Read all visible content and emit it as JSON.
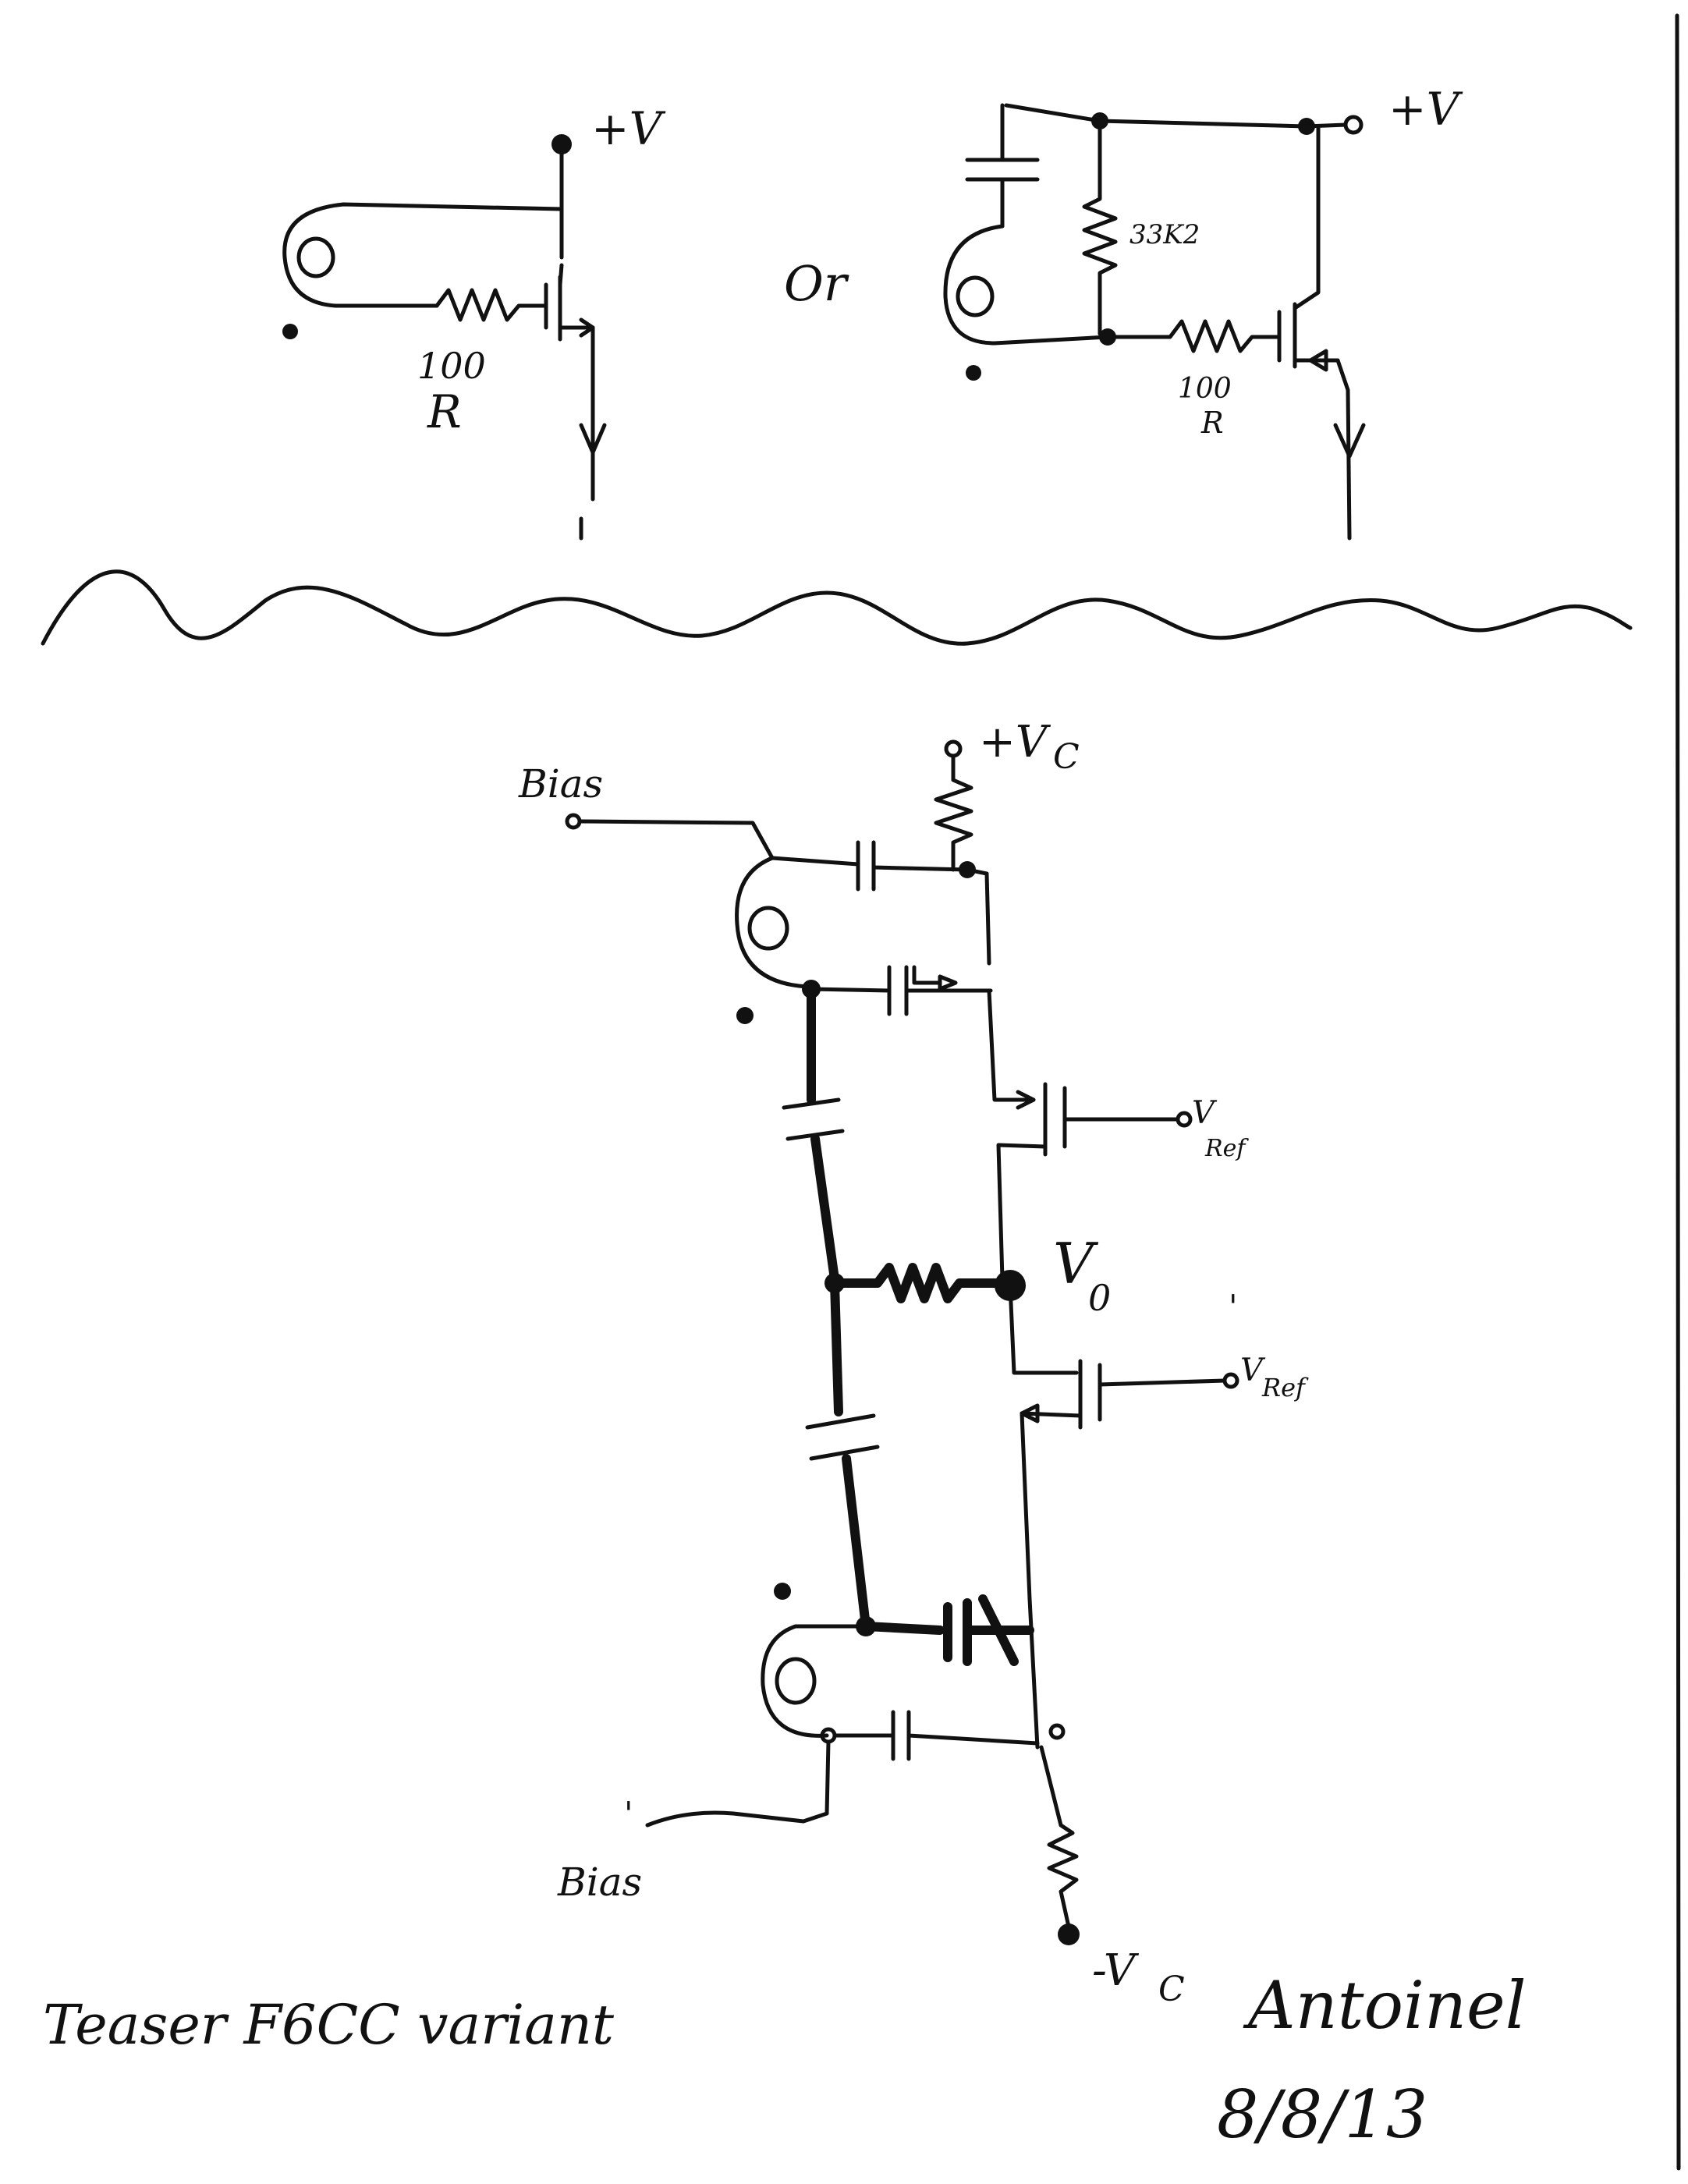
{
  "top": {
    "left": {
      "supply": "+V",
      "resistor_value": "100",
      "resistor_unit": "R"
    },
    "connector": "Or",
    "right": {
      "supply": "+V",
      "resistor_top": "33K2",
      "resistor_value": "100",
      "resistor_unit": "R"
    }
  },
  "bottom": {
    "supply_pos": "+V",
    "supply_pos_sub": "C",
    "bias_top": "Bias",
    "vref_top": "V",
    "vref_top_sub": "Ref",
    "output": "V",
    "output_sub": "0",
    "vref_bottom": "V",
    "vref_bottom_sub": "Ref",
    "prime": "'",
    "bias_bottom": "Bias",
    "supply_neg": "-V",
    "supply_neg_sub": "C"
  },
  "caption": "Teaser F6CC variant",
  "signature": {
    "name": "Antoinel",
    "date": "8/8/13"
  }
}
